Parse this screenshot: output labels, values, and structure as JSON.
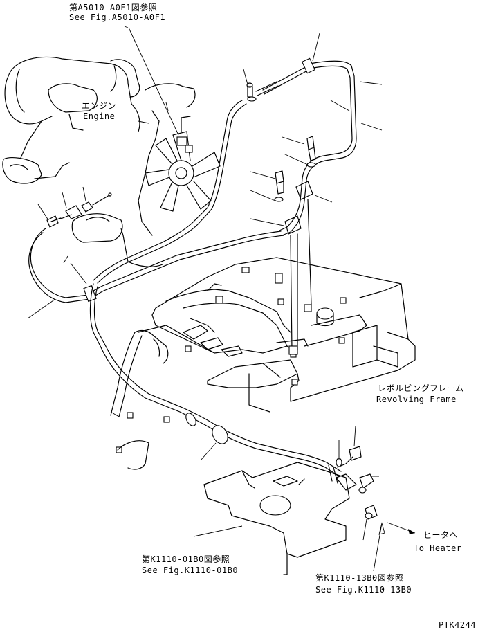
{
  "labels": {
    "ref_a5010_jp": "第A5010-A0F1図参照",
    "ref_a5010_en": "See Fig.A5010-A0F1",
    "engine_jp": "エンジン",
    "engine_en": "Engine",
    "frame_jp": "レボルビングフレーム",
    "frame_en": "Revolving Frame",
    "heater_jp": "ヒータへ",
    "heater_en": "To Heater",
    "ref_k0100_jp": "第K1110-01B0図参照",
    "ref_k0100_en": "See Fig.K1110-01B0",
    "ref_k1300_jp": "第K1110-13B0図参照",
    "ref_k1300_en": "See Fig.K1110-13B0",
    "drawing_no": "PTK4244"
  }
}
